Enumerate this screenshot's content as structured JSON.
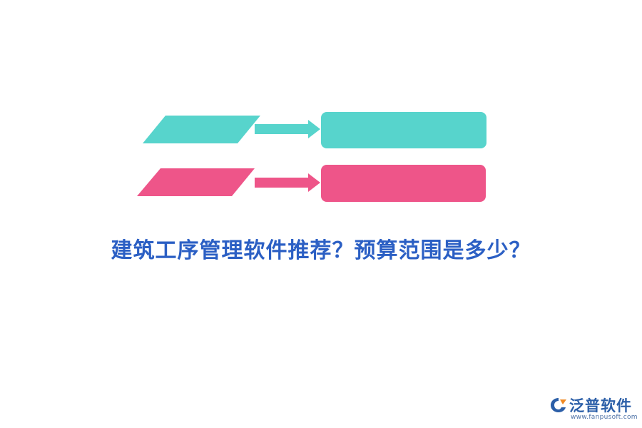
{
  "headline": "建筑工序管理软件推荐？预算范围是多少？",
  "logo": {
    "name": "泛普软件",
    "url": "www.fanpusoft.com"
  },
  "colors": {
    "teal": "#57d4cc",
    "pink": "#ee5589",
    "headline": "#2b5fc4",
    "logo": "#2c5fa8"
  }
}
